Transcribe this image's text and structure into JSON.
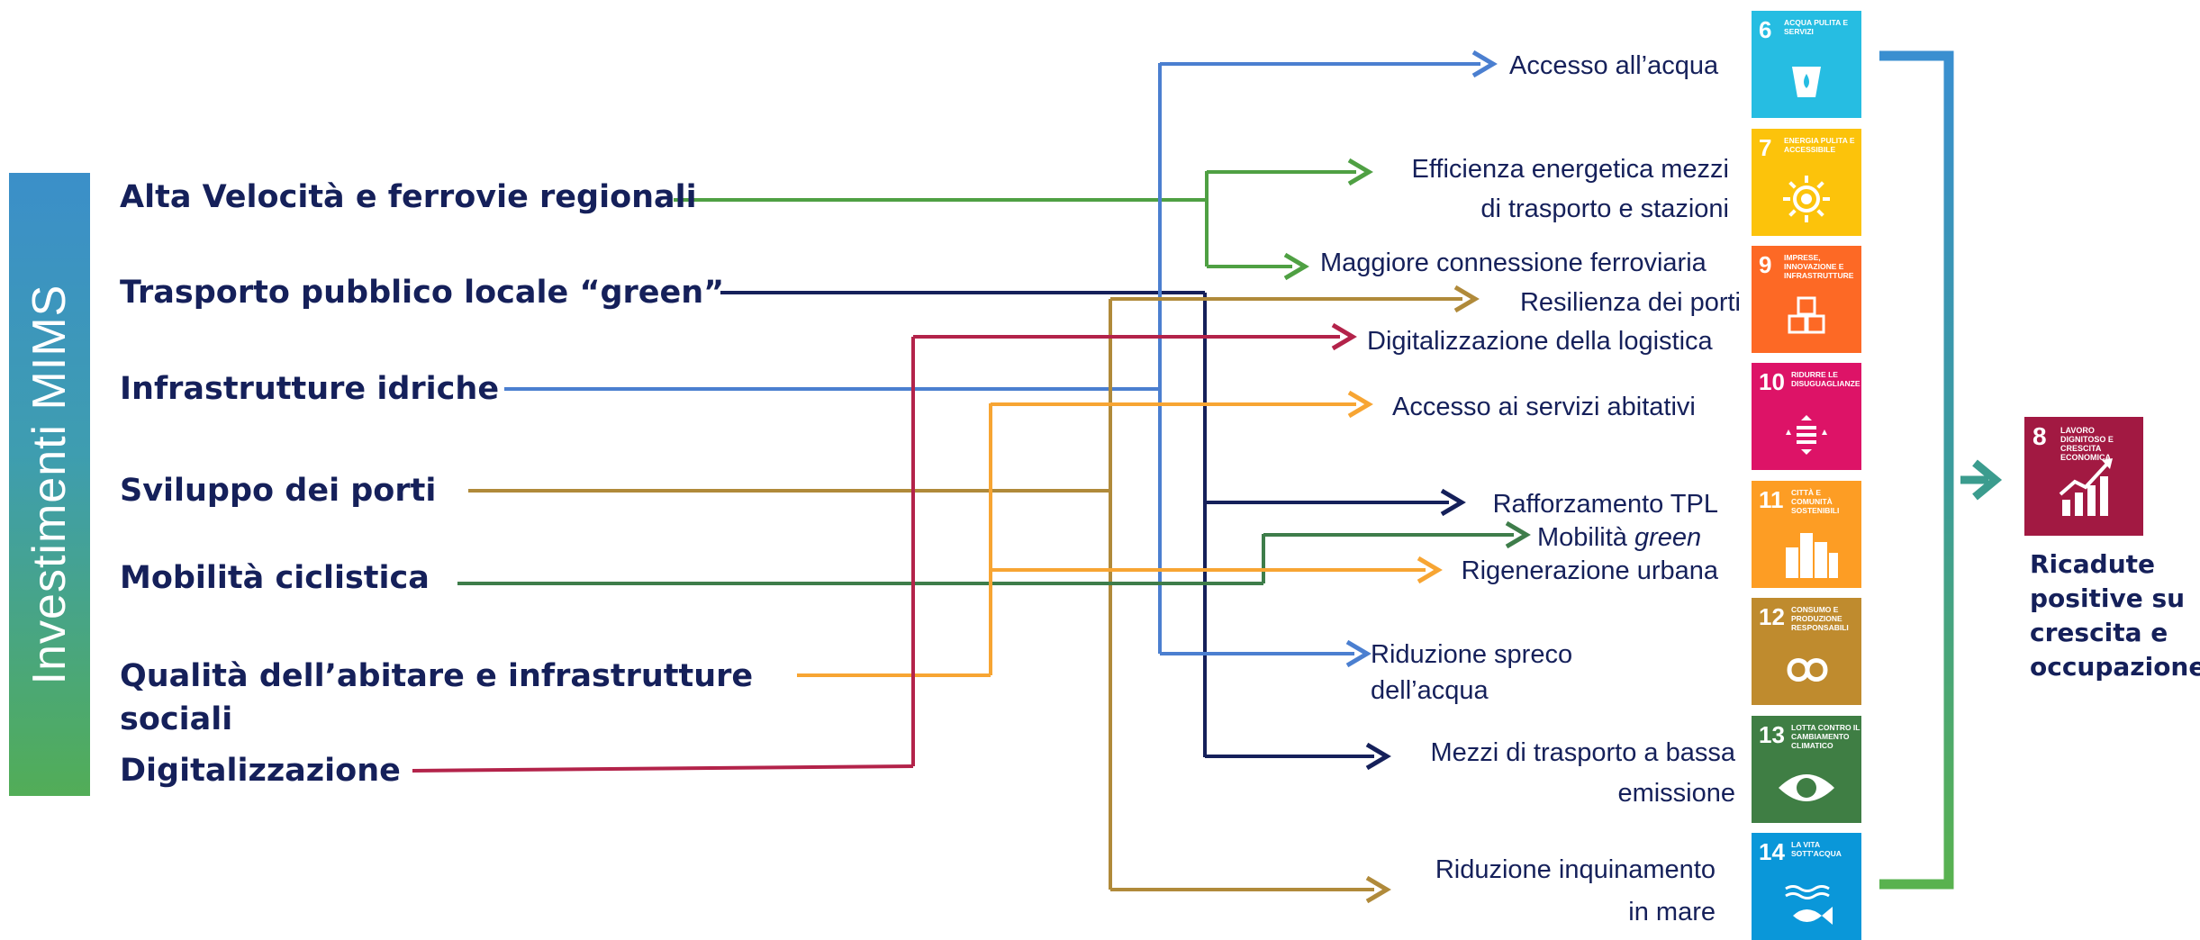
{
  "side_label": "Investimenti MIMS",
  "investments": [
    {
      "id": "av",
      "text": "Alta Velocità e ferrovie regionali"
    },
    {
      "id": "tpl",
      "text": "Trasporto pubblico locale “green”"
    },
    {
      "id": "idr",
      "text": "Infrastrutture idriche"
    },
    {
      "id": "porti",
      "text": "Sviluppo dei porti"
    },
    {
      "id": "cicl",
      "text": "Mobilità ciclistica"
    },
    {
      "id": "abit_1",
      "text": "Qualità dell’abitare e infrastrutture"
    },
    {
      "id": "abit_2",
      "text": "sociali"
    },
    {
      "id": "dig",
      "text": "Digitalizzazione"
    }
  ],
  "outcomes": {
    "acqua": "Accesso all’acqua",
    "eff_1": "Efficienza energetica mezzi",
    "eff_2": "di trasporto e stazioni",
    "ferro": "Maggiore connessione ferroviaria",
    "resil": "Resilienza dei porti",
    "logist": "Digitalizzazione della logistica",
    "abitativi": "Accesso ai servizi abitativi",
    "tpl": "Rafforzamento TPL",
    "mob_a": "Mobilità ",
    "mob_b": "green",
    "rigen": "Rigenerazione urbana",
    "spreco_1": "Riduzione spreco",
    "spreco_2": "dell’acqua",
    "mezzi_1": "Mezzi di trasporto a bassa",
    "mezzi_2": "emissione",
    "inq_1": "Riduzione inquinamento",
    "inq_2": "in mare"
  },
  "line_colors": {
    "av": "#4fa043",
    "tpl": "#15205a",
    "idr": "#4b7fd0",
    "porti": "#b08a3a",
    "cicl": "#3e7d4a",
    "abit": "#f7a533",
    "dig": "#b3234a"
  },
  "sdgs": [
    {
      "num": "6",
      "label": "Acqua pulita e servizi",
      "color": "#26bde2",
      "icon": "water-drop-icon"
    },
    {
      "num": "7",
      "label": "Energia pulita e accessibile",
      "color": "#fcc30b",
      "icon": "sun-icon"
    },
    {
      "num": "9",
      "label": "Imprese, innovazione e infrastrutture",
      "color": "#fd6925",
      "icon": "cubes-icon"
    },
    {
      "num": "10",
      "label": "Ridurre le disuguaglianze",
      "color": "#dd1367",
      "icon": "equality-icon"
    },
    {
      "num": "11",
      "label": "Città e comunità sostenibili",
      "color": "#fd9d24",
      "icon": "city-icon"
    },
    {
      "num": "12",
      "label": "Consumo e produzione responsabili",
      "color": "#bf8b2e",
      "icon": "infinity-icon"
    },
    {
      "num": "13",
      "label": "Lotta contro il cambiamento climatico",
      "color": "#3f7e44",
      "icon": "eye-globe-icon"
    },
    {
      "num": "14",
      "label": "La vita sott'acqua",
      "color": "#0a97d9",
      "icon": "fish-icon"
    }
  ],
  "sdg8": {
    "num": "8",
    "label": "Lavoro dignitoso e crescita economica",
    "color": "#a21942",
    "icon": "growth-chart-icon"
  },
  "result_lines": [
    "Ricadute",
    "positive su",
    "crescita e",
    "occupazione"
  ]
}
